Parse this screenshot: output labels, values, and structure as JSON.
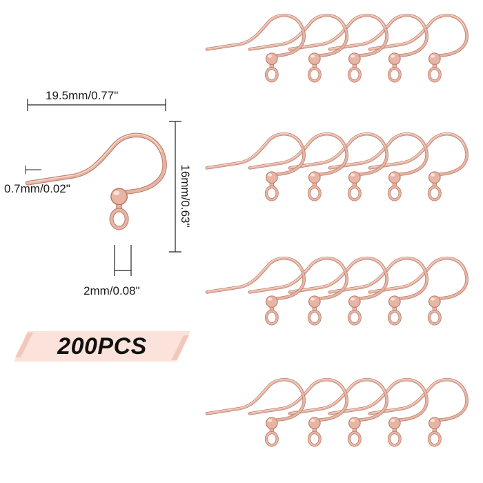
{
  "dimensions": {
    "length": "19.5mm/0.77\"",
    "wire": "0.7mm/0.02\"",
    "height": "16mm/0.63\"",
    "loop": "2mm/0.08\""
  },
  "product": {
    "count_label": "200PCS",
    "grid_rows": 4,
    "grid_columns": 5,
    "color": "#e8b4a3",
    "color_dark": "#b97c6a",
    "color_light": "#f9e1d8"
  },
  "banner": {
    "fill_color": "#fbe3dc",
    "stripe_color": "#f3c8ba"
  }
}
